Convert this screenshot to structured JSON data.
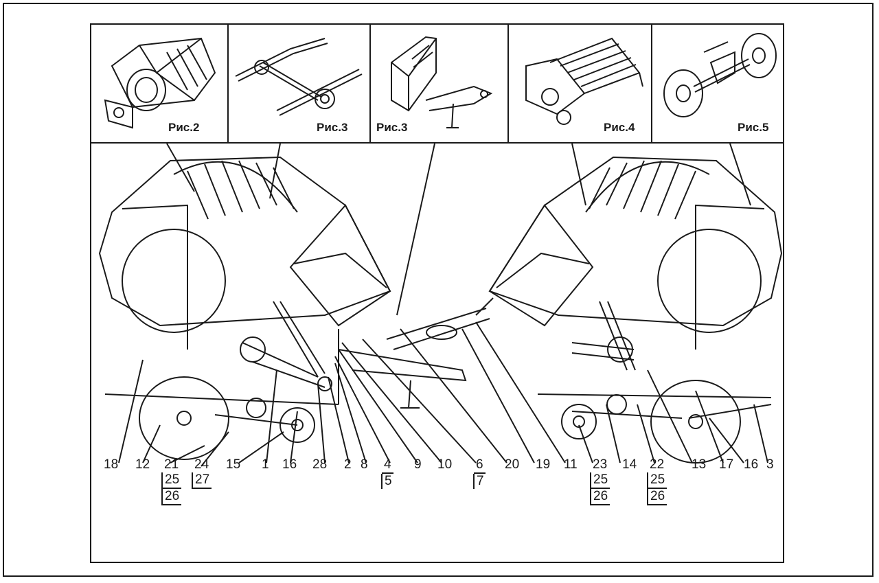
{
  "figure_panels": [
    {
      "id": "p1",
      "caption": "Рис.2",
      "subject": "bale-chamber-drum"
    },
    {
      "id": "p2",
      "caption": "Рис.3",
      "subject": "chain-conveyor"
    },
    {
      "id": "p3",
      "caption": "Рис.3",
      "subject": "drawbar-frame"
    },
    {
      "id": "p4",
      "caption": "Рис.4",
      "subject": "pickup-reel"
    },
    {
      "id": "p5",
      "caption": "Рис.5",
      "subject": "wheel-axle"
    }
  ],
  "callouts": {
    "n18": "18",
    "n12": "12",
    "n21": "21",
    "n25a": "25",
    "n26a": "26",
    "n24": "24",
    "n27": "27",
    "n15": "15",
    "n1": "1",
    "n16a": "16",
    "n28": "28",
    "n2": "2",
    "n8": "8",
    "n4": "4",
    "n5": "5",
    "n9": "9",
    "n10": "10",
    "n6": "6",
    "n7": "7",
    "n20": "20",
    "n19": "19",
    "n11": "11",
    "n23": "23",
    "n25b": "25",
    "n26b": "26",
    "n14": "14",
    "n22": "22",
    "n25c": "25",
    "n26c": "26",
    "n13": "13",
    "n17": "17",
    "n16b": "16",
    "n3": "3"
  },
  "colors": {
    "ink": "#1a1a1a",
    "paper": "#ffffff"
  }
}
